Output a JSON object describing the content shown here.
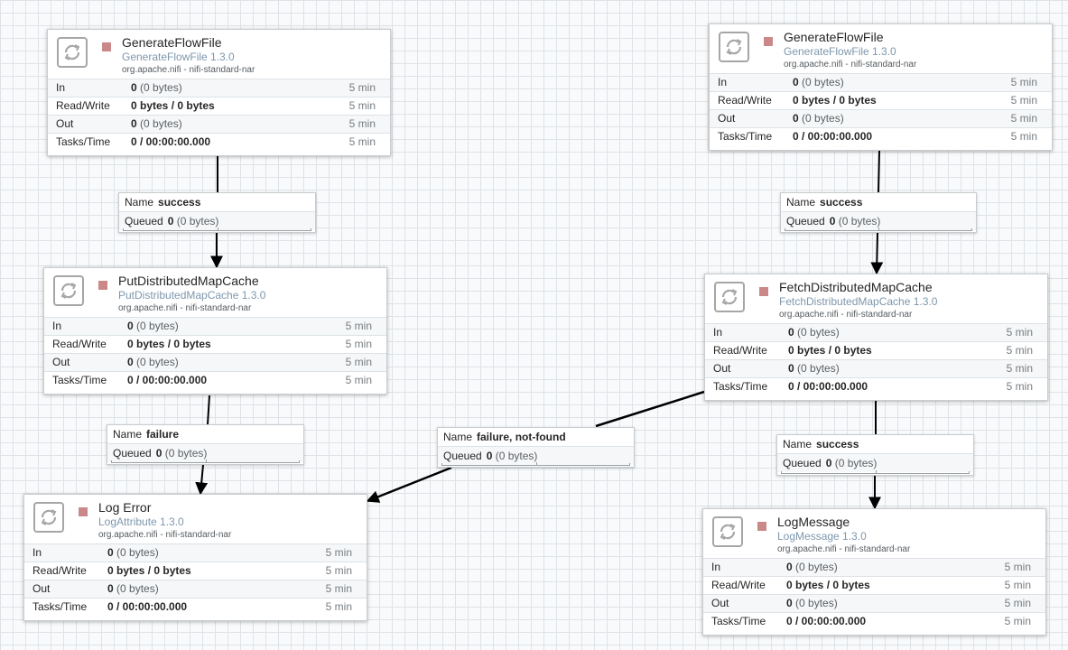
{
  "processors": {
    "gen1": {
      "name": "GenerateFlowFile",
      "type": "GenerateFlowFile 1.3.0",
      "bundle": "org.apache.nifi - nifi-standard-nar",
      "stats": {
        "in_label": "In",
        "in_value": "0",
        "in_detail": "(0 bytes)",
        "in_time": "5 min",
        "rw_label": "Read/Write",
        "rw_value": "0 bytes / 0 bytes",
        "rw_time": "5 min",
        "out_label": "Out",
        "out_value": "0",
        "out_detail": "(0 bytes)",
        "out_time": "5 min",
        "tasks_label": "Tasks/Time",
        "tasks_value": "0 / 00:00:00.000",
        "tasks_time": "5 min"
      }
    },
    "gen2": {
      "name": "GenerateFlowFile",
      "type": "GenerateFlowFile 1.3.0",
      "bundle": "org.apache.nifi - nifi-standard-nar",
      "stats": {
        "in_label": "In",
        "in_value": "0",
        "in_detail": "(0 bytes)",
        "in_time": "5 min",
        "rw_label": "Read/Write",
        "rw_value": "0 bytes / 0 bytes",
        "rw_time": "5 min",
        "out_label": "Out",
        "out_value": "0",
        "out_detail": "(0 bytes)",
        "out_time": "5 min",
        "tasks_label": "Tasks/Time",
        "tasks_value": "0 / 00:00:00.000",
        "tasks_time": "5 min"
      }
    },
    "put": {
      "name": "PutDistributedMapCache",
      "type": "PutDistributedMapCache 1.3.0",
      "bundle": "org.apache.nifi - nifi-standard-nar",
      "stats": {
        "in_label": "In",
        "in_value": "0",
        "in_detail": "(0 bytes)",
        "in_time": "5 min",
        "rw_label": "Read/Write",
        "rw_value": "0 bytes / 0 bytes",
        "rw_time": "5 min",
        "out_label": "Out",
        "out_value": "0",
        "out_detail": "(0 bytes)",
        "out_time": "5 min",
        "tasks_label": "Tasks/Time",
        "tasks_value": "0 / 00:00:00.000",
        "tasks_time": "5 min"
      }
    },
    "fetch": {
      "name": "FetchDistributedMapCache",
      "type": "FetchDistributedMapCache 1.3.0",
      "bundle": "org.apache.nifi - nifi-standard-nar",
      "stats": {
        "in_label": "In",
        "in_value": "0",
        "in_detail": "(0 bytes)",
        "in_time": "5 min",
        "rw_label": "Read/Write",
        "rw_value": "0 bytes / 0 bytes",
        "rw_time": "5 min",
        "out_label": "Out",
        "out_value": "0",
        "out_detail": "(0 bytes)",
        "out_time": "5 min",
        "tasks_label": "Tasks/Time",
        "tasks_value": "0 / 00:00:00.000",
        "tasks_time": "5 min"
      }
    },
    "logerror": {
      "name": "Log Error",
      "type": "LogAttribute 1.3.0",
      "bundle": "org.apache.nifi - nifi-standard-nar",
      "stats": {
        "in_label": "In",
        "in_value": "0",
        "in_detail": "(0 bytes)",
        "in_time": "5 min",
        "rw_label": "Read/Write",
        "rw_value": "0 bytes / 0 bytes",
        "rw_time": "5 min",
        "out_label": "Out",
        "out_value": "0",
        "out_detail": "(0 bytes)",
        "out_time": "5 min",
        "tasks_label": "Tasks/Time",
        "tasks_value": "0 / 00:00:00.000",
        "tasks_time": "5 min"
      }
    },
    "logmsg": {
      "name": "LogMessage",
      "type": "LogMessage 1.3.0",
      "bundle": "org.apache.nifi - nifi-standard-nar",
      "stats": {
        "in_label": "In",
        "in_value": "0",
        "in_detail": "(0 bytes)",
        "in_time": "5 min",
        "rw_label": "Read/Write",
        "rw_value": "0 bytes / 0 bytes",
        "rw_time": "5 min",
        "out_label": "Out",
        "out_value": "0",
        "out_detail": "(0 bytes)",
        "out_time": "5 min",
        "tasks_label": "Tasks/Time",
        "tasks_value": "0 / 00:00:00.000",
        "tasks_time": "5 min"
      }
    }
  },
  "connections": {
    "c1": {
      "name_label": "Name",
      "name": "success",
      "queued_label": "Queued",
      "queued_count": "0",
      "queued_size": "(0 bytes)"
    },
    "c2": {
      "name_label": "Name",
      "name": "failure",
      "queued_label": "Queued",
      "queued_count": "0",
      "queued_size": "(0 bytes)"
    },
    "c3": {
      "name_label": "Name",
      "name": "success",
      "queued_label": "Queued",
      "queued_count": "0",
      "queued_size": "(0 bytes)"
    },
    "c4": {
      "name_label": "Name",
      "name": "failure, not-found",
      "queued_label": "Queued",
      "queued_count": "0",
      "queued_size": "(0 bytes)"
    },
    "c5": {
      "name_label": "Name",
      "name": "success",
      "queued_label": "Queued",
      "queued_count": "0",
      "queued_size": "(0 bytes)"
    }
  },
  "icons": {
    "processor": "processor-icon",
    "stopped": "stopped-state-icon"
  },
  "colors": {
    "stopped_state": "#ca8889",
    "processor_type": "#7d97ad",
    "connector": "#000000"
  }
}
